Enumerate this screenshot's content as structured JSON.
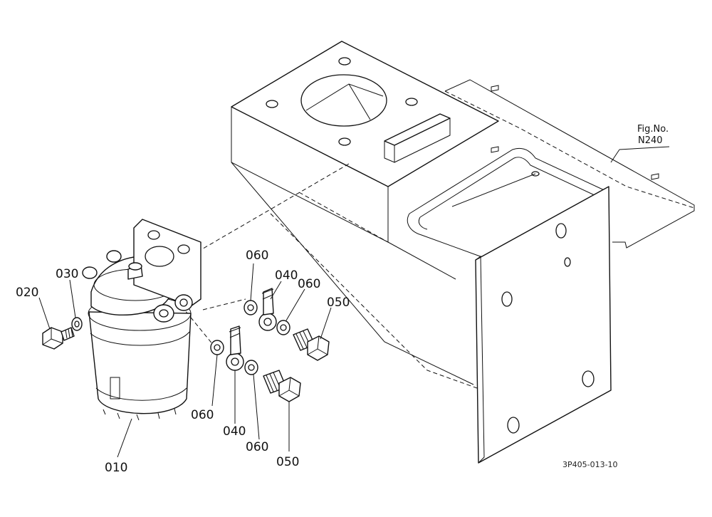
{
  "fig_ref": {
    "line1": "Fig.No.",
    "line2": "N240"
  },
  "callouts": {
    "c010": "010",
    "c020": "020",
    "c030": "030",
    "c040a": "040",
    "c040b": "040",
    "c050a": "050",
    "c050b": "050",
    "c060a": "060",
    "c060b": "060",
    "c060c": "060",
    "c060d": "060"
  },
  "drawing_code": "3P405-013-10"
}
